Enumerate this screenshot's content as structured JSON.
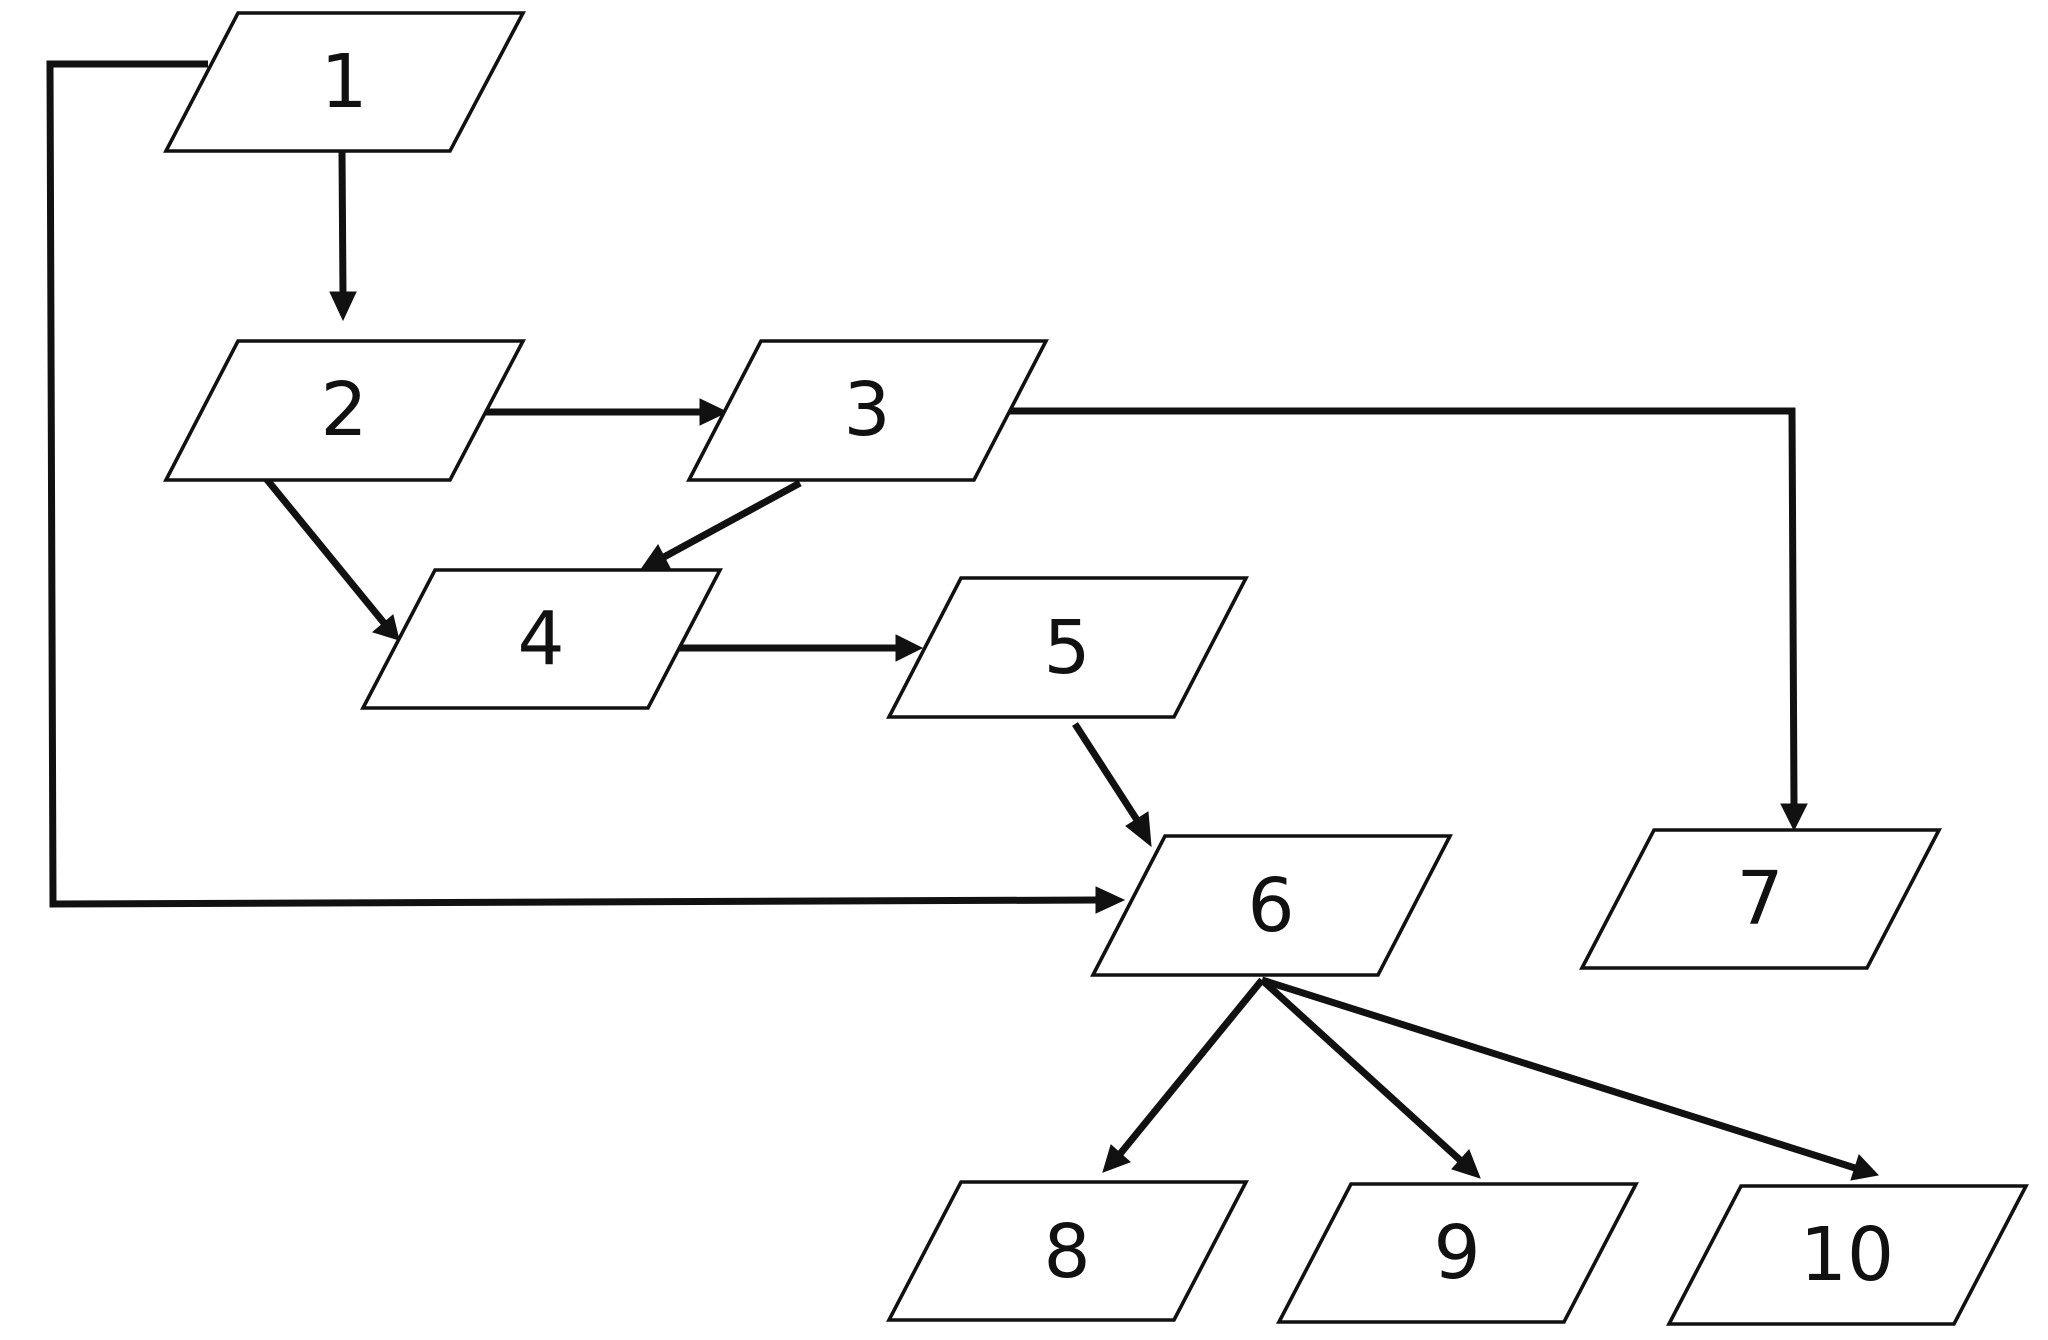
{
  "diagram": {
    "type": "flowchart",
    "background_color": "#ffffff",
    "stroke_color": "#111111",
    "nodes": [
      {
        "id": "n1",
        "label": "1"
      },
      {
        "id": "n2",
        "label": "2"
      },
      {
        "id": "n3",
        "label": "3"
      },
      {
        "id": "n4",
        "label": "4"
      },
      {
        "id": "n5",
        "label": "5"
      },
      {
        "id": "n6",
        "label": "6"
      },
      {
        "id": "n7",
        "label": "7"
      },
      {
        "id": "n8",
        "label": "8"
      },
      {
        "id": "n9",
        "label": "9"
      },
      {
        "id": "n10",
        "label": "10"
      }
    ],
    "edges": [
      {
        "from": "1",
        "to": "2"
      },
      {
        "from": "1",
        "to": "6"
      },
      {
        "from": "2",
        "to": "3"
      },
      {
        "from": "2",
        "to": "4"
      },
      {
        "from": "3",
        "to": "4"
      },
      {
        "from": "3",
        "to": "7"
      },
      {
        "from": "4",
        "to": "5"
      },
      {
        "from": "5",
        "to": "6"
      },
      {
        "from": "6",
        "to": "8"
      },
      {
        "from": "6",
        "to": "9"
      },
      {
        "from": "6",
        "to": "10"
      }
    ]
  }
}
